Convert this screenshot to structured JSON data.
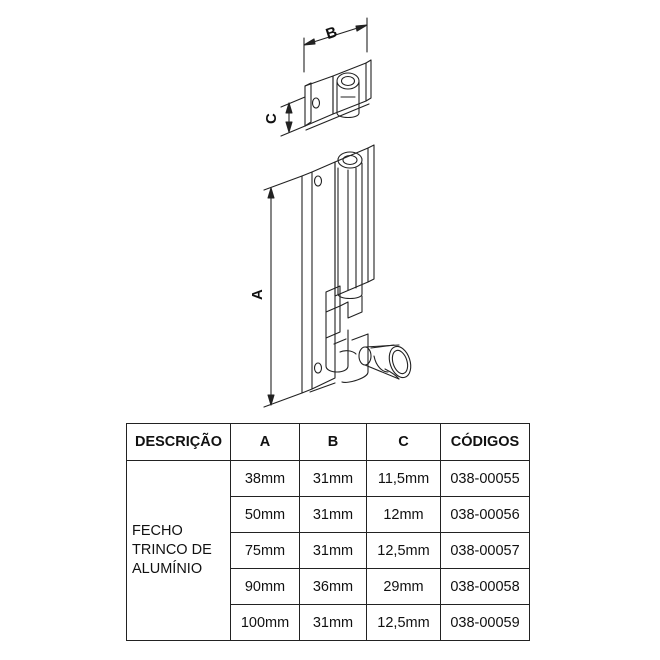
{
  "drawing": {
    "dimension_labels": {
      "a": "A",
      "b": "B",
      "c": "C"
    }
  },
  "table": {
    "headers": [
      "DESCRIÇÃO",
      "A",
      "B",
      "C",
      "CÓDIGOS"
    ],
    "description_lines": [
      "FECHO",
      "TRINCO DE",
      "ALUMÍNIO"
    ],
    "rows": [
      [
        "38mm",
        "31mm",
        "11,5mm",
        "038-00055"
      ],
      [
        "50mm",
        "31mm",
        "12mm",
        "038-00056"
      ],
      [
        "75mm",
        "31mm",
        "12,5mm",
        "038-00057"
      ],
      [
        "90mm",
        "36mm",
        "29mm",
        "038-00058"
      ],
      [
        "100mm",
        "31mm",
        "12,5mm",
        "038-00059"
      ]
    ]
  }
}
